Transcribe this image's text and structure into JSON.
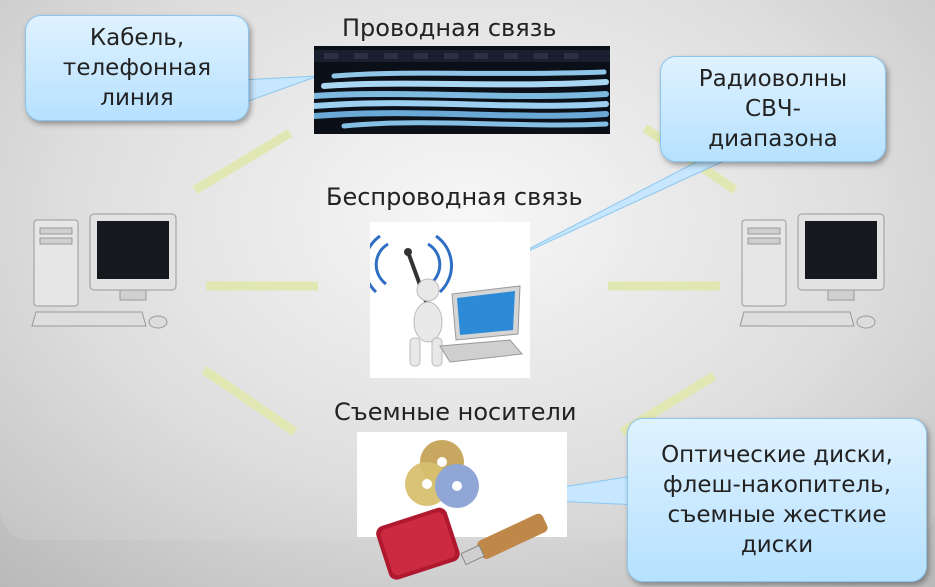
{
  "labels": {
    "wired": "Проводная связь",
    "wireless": "Беспроводная связь",
    "removable": "Съемные носители"
  },
  "bubbles": {
    "cable": [
      "Кабель,",
      "телефонная",
      "линия"
    ],
    "radio": [
      "Радиоволны",
      "СВЧ-",
      "диапазона"
    ],
    "media": [
      "Оптические диски,",
      "флеш-накопитель,",
      "съемные жесткие",
      "диски"
    ]
  },
  "images": {
    "cable_photo": "network-cables-photo",
    "wireless_photo": "person-with-antenna-and-laptop",
    "media_photo": "cds-flash-drive-hdd",
    "left_computer": "desktop-computer-icon",
    "right_computer": "desktop-computer-icon"
  },
  "colors": {
    "connector": "#dfe6b0",
    "bubble_fill": "#c9e9ff",
    "bubble_border": "#8cc6ee"
  }
}
